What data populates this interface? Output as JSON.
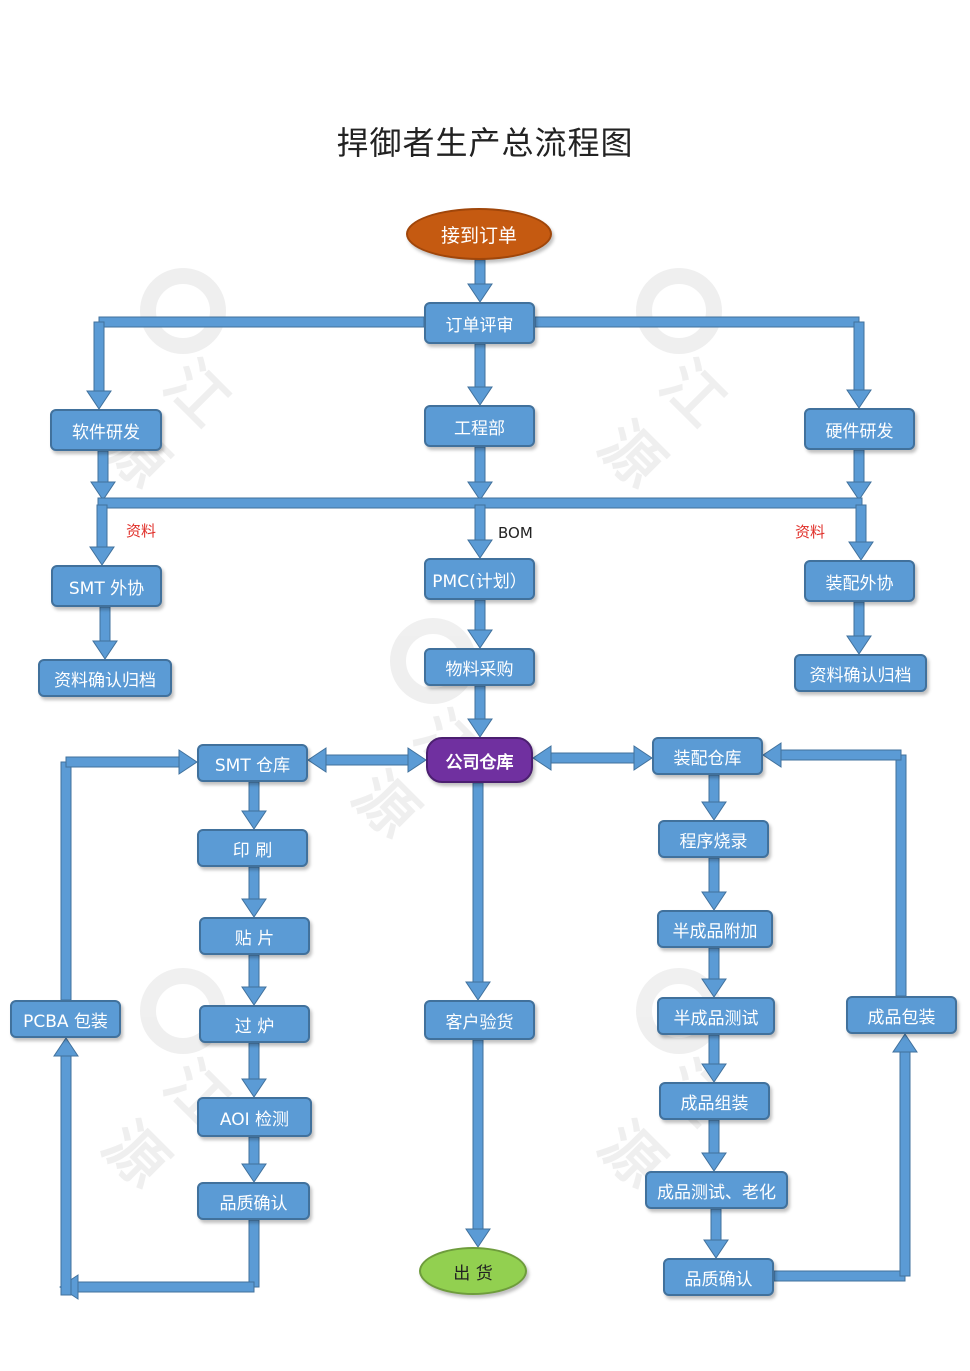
{
  "title": "捍御者生产总流程图",
  "colors": {
    "node_fill": "#5b9bd5",
    "node_border": "#41719c",
    "arrow": "#5b9bd5",
    "start": "#c55a11",
    "hub": "#7030a0",
    "end": "#92d050",
    "note": "#e0302a"
  },
  "watermark_text": "江源",
  "nodes": {
    "start": "接到订单",
    "order_review": "订单评审",
    "software_rd": "软件研发",
    "engineering": "工程部",
    "hardware_rd": "硬件研发",
    "smt_outsource": "SMT 外协",
    "pmc": "PMC(计划）",
    "assembly_outsource": "装配外协",
    "doc_archive_left": "资料确认归档",
    "material_purchase": "物料采购",
    "doc_archive_right": "资料确认归档",
    "company_warehouse": "公司仓库",
    "smt_warehouse": "SMT 仓库",
    "printing": "印  刷",
    "placement": "贴  片",
    "reflow": "过  炉",
    "aoi": "AOI 检测",
    "quality_left": "品质确认",
    "pcba_pack": "PCBA 包装",
    "customer_inspect": "客户验货",
    "ship": "出  货",
    "assembly_warehouse": "装配仓库",
    "programming": "程序烧录",
    "semi_attach": "半成品附加",
    "semi_test": "半成品测试",
    "final_assembly": "成品组装",
    "final_test_aging": "成品测试、老化",
    "quality_right": "品质确认",
    "final_pack": "成品包装"
  },
  "edge_labels": {
    "doc_left": "资料",
    "bom": "BOM",
    "doc_right": "资料"
  }
}
